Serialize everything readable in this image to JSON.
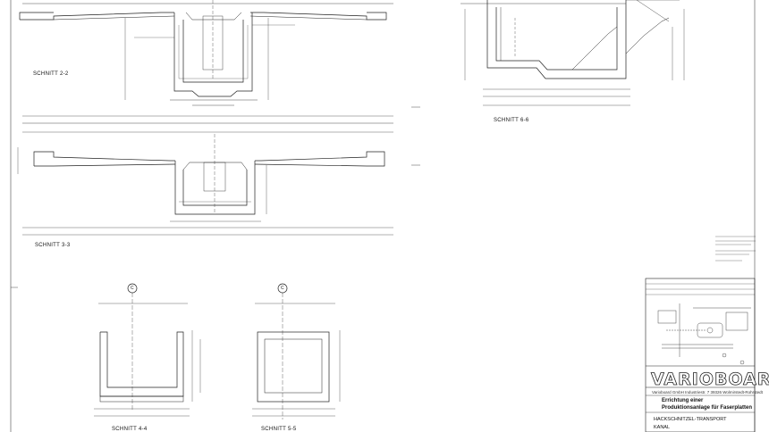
{
  "sections": {
    "s22": "SCHNITT 2-2",
    "s33": "SCHNITT 3-3",
    "s66": "SCHNITT 6-6",
    "s44": "SCHNITT 4-4",
    "s55": "SCHNITT 5-5"
  },
  "markers": {
    "m4": "C",
    "m5": "C"
  },
  "title_block": {
    "brand": "VARIOBOARD",
    "company": "Varioboard GmbH  Industriestr. 7  39326 Wolmirstedt-Rohrstedt",
    "project_line1": "Errichtung einer",
    "project_line2": "Produktionsanlage für Faserplatten",
    "title_line1": "HACKSCHNITZEL-TRANSPORT",
    "title_line2": "KANAL"
  }
}
